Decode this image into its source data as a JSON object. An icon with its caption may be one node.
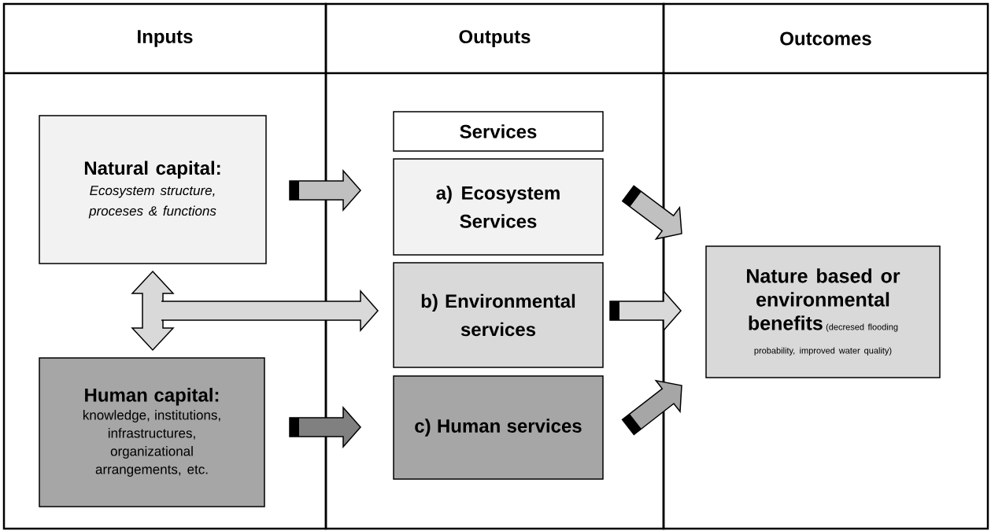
{
  "diagram": {
    "nodes": [
      {
        "text": [
          "Inputs"
        ]
      },
      {
        "text": [
          "Outputs"
        ]
      },
      {
        "text": [
          "Outcomes"
        ]
      },
      {
        "text": [
          "Natural capital:",
          "Ecosystem structure, proceses & functions"
        ],
        "in": 0
      },
      {
        "text": [
          "Human capital:",
          "knowledge, institutions, infrastructures, organizational arrangements, etc."
        ],
        "in": 0
      },
      {
        "text": [
          "Services"
        ],
        "in": 1
      },
      {
        "text": [
          "a) Ecosystem Services"
        ],
        "in": 1
      },
      {
        "text": [
          "b) Environmental services"
        ],
        "in": 1
      },
      {
        "text": [
          "c) Human services"
        ],
        "in": 1
      },
      {
        "text": [
          "Nature based or environmental benefits",
          "(decresed flooding probability, improved water quality)"
        ],
        "in": 2
      }
    ],
    "edges": [
      {
        "from": 3,
        "to": 6,
        "arrow": "to",
        "color": "#c0c0c0"
      },
      {
        "from": 3,
        "to": 4,
        "arrow": "both"
      },
      {
        "from": 3,
        "to": 7,
        "arrow": "to"
      },
      {
        "from": 4,
        "to": 7,
        "arrow": "to"
      },
      {
        "from": 4,
        "to": 8,
        "arrow": "to",
        "color": "#808080"
      },
      {
        "from": 6,
        "to": 9,
        "arrow": "to",
        "color": "#c0c0c0"
      },
      {
        "from": 7,
        "to": 9,
        "arrow": "to"
      },
      {
        "from": 8,
        "to": 9,
        "arrow": "to",
        "color": "#a6a6a6"
      }
    ]
  }
}
